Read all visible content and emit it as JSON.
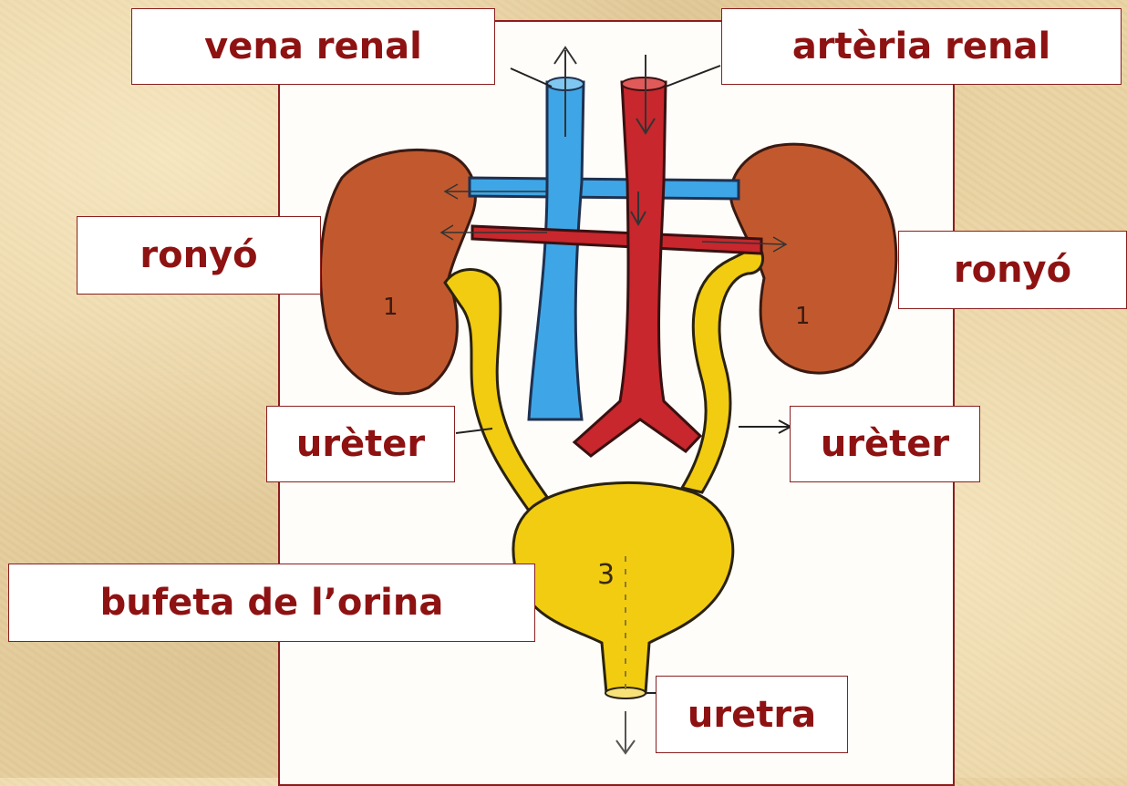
{
  "labels": {
    "vena_renal": "vena renal",
    "arteria_renal": "artèria renal",
    "ronyo_left": "ronyó",
    "ronyo_right": "ronyó",
    "ureter_left": "urèter",
    "ureter_right": "urèter",
    "bufeta": "bufeta de l’orina",
    "uretra": "uretra"
  },
  "drawing_numbers": {
    "kidney_left": "1",
    "kidney_right": "1",
    "bladder": "3"
  },
  "colors": {
    "label_text": "#8e1212",
    "label_border": "#8a1f1f",
    "vein": "#3ea6e6",
    "artery": "#c7272d",
    "kidney": "#c2592e",
    "urinary": "#f2cc11",
    "background": "#e9d3a3",
    "panel": "#fffdf9"
  }
}
